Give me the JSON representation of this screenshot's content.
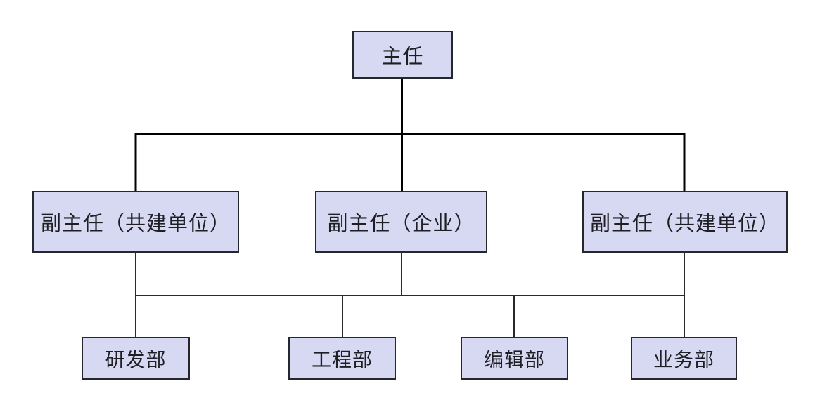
{
  "diagram": {
    "type": "org-chart",
    "background": "#ffffff",
    "colors": {
      "node_fill": "#d7d9f2",
      "node_border": "#26262e",
      "connector_primary": "#000000",
      "connector_secondary": "#2a2a2a",
      "text": "#1e1e24"
    },
    "nodes": {
      "director": {
        "label": "主任",
        "level": 1
      },
      "vice_left": {
        "label": "副主任（共建单位）",
        "level": 2
      },
      "vice_center": {
        "label": "副主任（企业）",
        "level": 2
      },
      "vice_right": {
        "label": "副主任（共建单位）",
        "level": 2
      },
      "dept_rd": {
        "label": "研发部",
        "level": 3
      },
      "dept_eng": {
        "label": "工程部",
        "level": 3
      },
      "dept_edit": {
        "label": "编辑部",
        "level": 3
      },
      "dept_biz": {
        "label": "业务部",
        "level": 3
      }
    },
    "edges": [
      {
        "from": "director",
        "to": "vice_left"
      },
      {
        "from": "director",
        "to": "vice_center"
      },
      {
        "from": "director",
        "to": "vice_right"
      },
      {
        "from": [
          "vice_left",
          "vice_center",
          "vice_right"
        ],
        "to": [
          "dept_rd",
          "dept_eng",
          "dept_edit",
          "dept_biz"
        ],
        "style": "shared-bus"
      }
    ]
  }
}
